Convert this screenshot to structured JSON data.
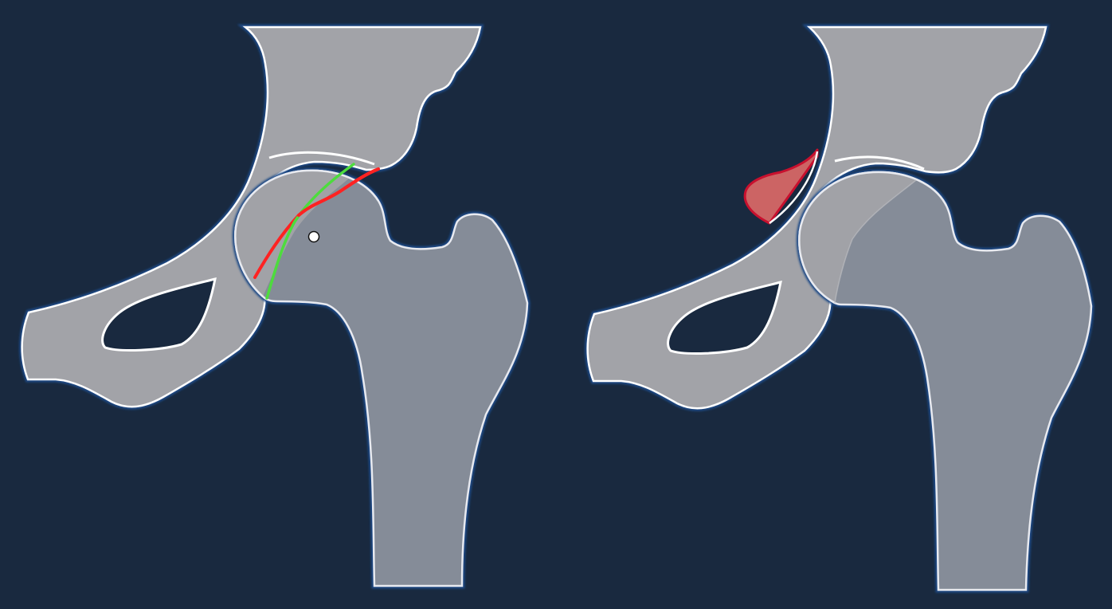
{
  "colors": {
    "background": "#19293f",
    "bone_fill": "#a2a3a8",
    "femur_fill": "#858c98",
    "bone_outline": "#ffffff",
    "halo": "#1e4a86",
    "line_red": "#ff2222",
    "line_green": "#4ddc3d",
    "lesion_fill": "#cc6464",
    "lesion_outline": "#c8102e"
  },
  "panels": [
    {
      "id": "left",
      "marks": [
        "red-line",
        "green-line",
        "center-point"
      ]
    },
    {
      "id": "right",
      "marks": [
        "bony-prominence"
      ]
    }
  ]
}
